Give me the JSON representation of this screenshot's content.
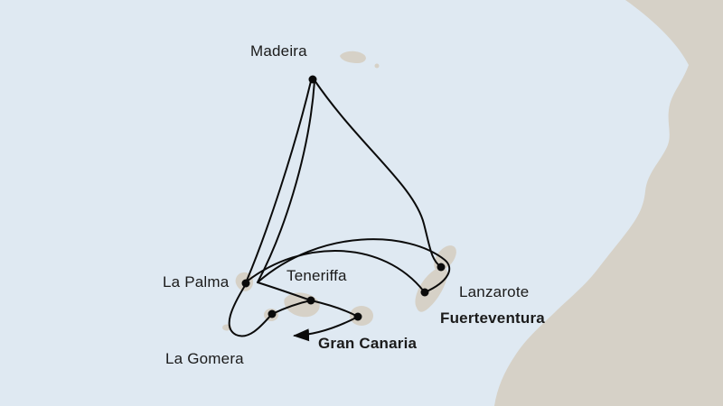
{
  "map": {
    "colors": {
      "sea": "#dfe9f2",
      "land": "#d6d1c7",
      "route": "#0b0b0b",
      "label": "#1b1b1b"
    },
    "ports": [
      {
        "name": "Madeira",
        "emphasis": "normal"
      },
      {
        "name": "La Palma",
        "emphasis": "normal"
      },
      {
        "name": "Teneriffa",
        "emphasis": "normal"
      },
      {
        "name": "Lanzarote",
        "emphasis": "normal"
      },
      {
        "name": "Fuerteventura",
        "emphasis": "bold"
      },
      {
        "name": "Gran Canaria",
        "emphasis": "bold"
      },
      {
        "name": "La Gomera",
        "emphasis": "normal"
      }
    ]
  }
}
